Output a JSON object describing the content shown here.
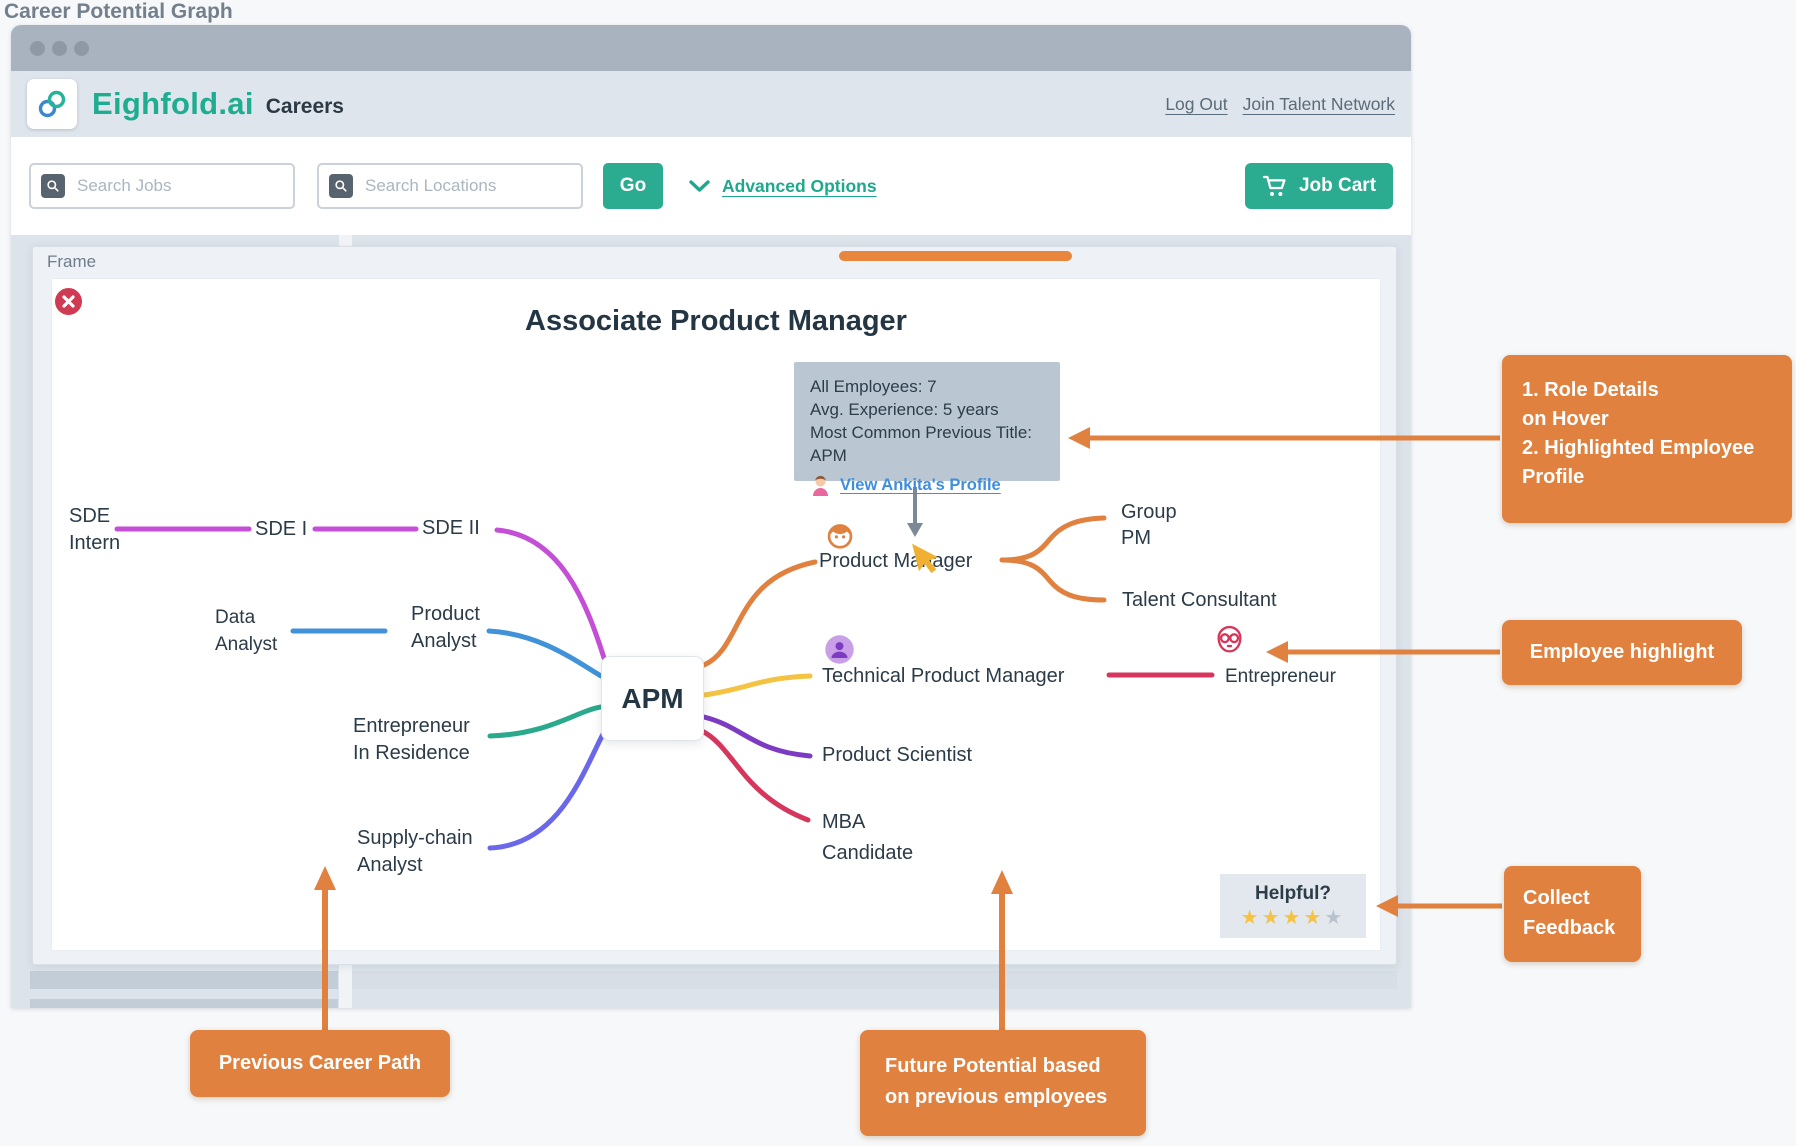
{
  "page": {
    "title": "Career Potential Graph"
  },
  "window": {
    "brand": "Eighfold.ai",
    "brand_suffix": "Careers",
    "nav": {
      "log_out": "Log Out",
      "join_talent_network": "Join Talent Network"
    },
    "search": {
      "jobs_placeholder": "Search Jobs",
      "locations_placeholder": "Search Locations",
      "go_label": "Go",
      "advanced_label": "Advanced Options",
      "job_cart_label": "Job Cart"
    }
  },
  "frame": {
    "label": "Frame",
    "title": "Associate Product Manager",
    "center_node": "APM",
    "tooltip": {
      "line1": "All Employees: 7",
      "line2": "Avg. Experience: 5 years",
      "line3": "Most Common Previous Title: APM",
      "link": "View Ankita's Profile"
    },
    "left_path": {
      "sde_intern_1": "SDE",
      "sde_intern_2": "Intern",
      "sde_1": "SDE I",
      "sde_2": "SDE II",
      "data_analyst_1": "Data",
      "data_analyst_2": "Analyst",
      "product_analyst_1": "Product",
      "product_analyst_2": "Analyst",
      "eir_1": "Entrepreneur",
      "eir_2": "In Residence",
      "supply_1": "Supply-chain",
      "supply_2": "Analyst"
    },
    "right_path": {
      "product_manager": "Product Manager",
      "group_pm_1": "Group",
      "group_pm_2": "PM",
      "talent_consultant": "Talent Consultant",
      "technical_pm": "Technical Product Manager",
      "entrepreneur": "Entrepreneur",
      "product_scientist": "Product Scientist",
      "mba_1": "MBA",
      "mba_2": "Candidate"
    },
    "feedback": {
      "label": "Helpful?",
      "stars_filled": 4,
      "stars_total": 5
    }
  },
  "annotations": {
    "role_details_1": "1. Role Details",
    "role_details_2": "on Hover",
    "role_details_3": "2. Highlighted Employee",
    "role_details_4": "Profile",
    "employee_highlight": "Employee highlight",
    "collect_1": "Collect",
    "collect_2": "Feedback",
    "previous": "Previous Career Path",
    "future_1": "Future Potential based",
    "future_2": "on previous employees"
  },
  "colors": {
    "accent_teal": "#2bab90",
    "annotation_orange": "#e0813f",
    "tooltip_bg": "#bac7d2",
    "link_blue": "#3e8ee0",
    "star_gold": "#f5c244",
    "star_empty": "#b9c3cd",
    "gray_arrow": "#7b8a96",
    "lines": {
      "sde": "#c44fd6",
      "analyst": "#4192d8",
      "eir": "#2ba98c",
      "supply": "#6a67e9",
      "pm": "#e0813f",
      "tpm": "#f5c343",
      "scientist": "#7d3bc4",
      "mba": "#d6365c"
    }
  }
}
